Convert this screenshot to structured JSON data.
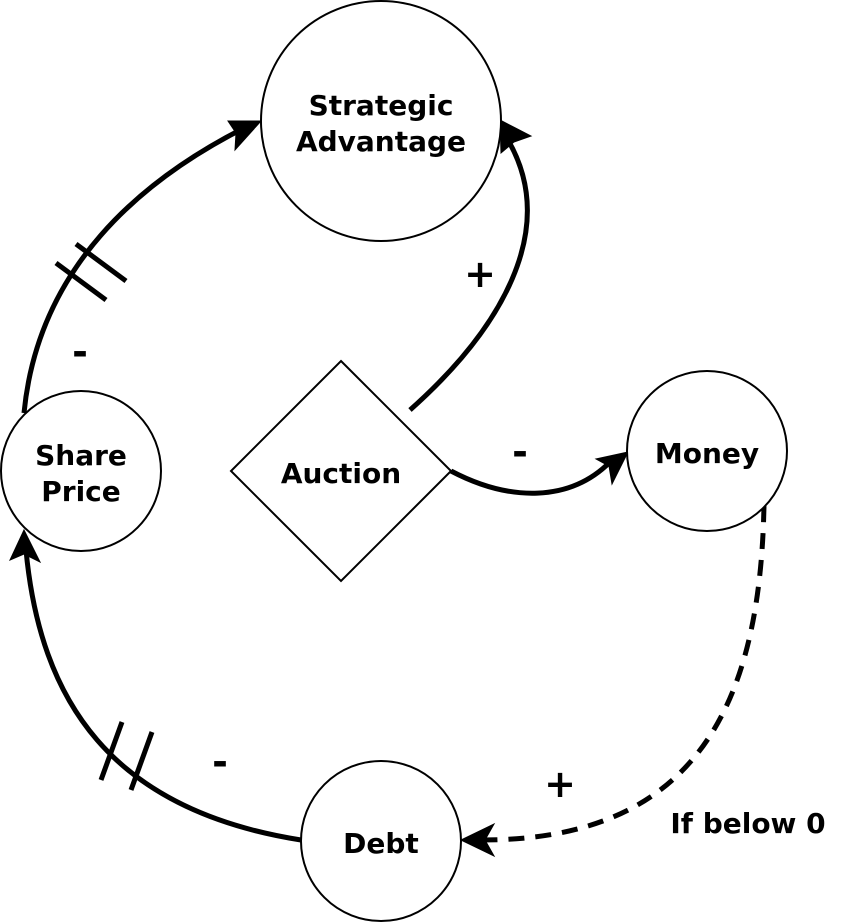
{
  "nodes": {
    "strategic_advantage": {
      "line1": "Strategic",
      "line2": "Advantage",
      "shape": "circle"
    },
    "share_price": {
      "line1": "Share",
      "line2": "Price",
      "shape": "circle"
    },
    "auction": {
      "label": "Auction",
      "shape": "diamond"
    },
    "money": {
      "label": "Money",
      "shape": "circle"
    },
    "debt": {
      "label": "Debt",
      "shape": "circle"
    }
  },
  "edges": {
    "share_price_to_strategic_advantage": {
      "from": "Share Price",
      "to": "Strategic Advantage",
      "polarity": "-",
      "style": "solid",
      "delay": true
    },
    "auction_to_strategic_advantage": {
      "from": "Auction",
      "to": "Strategic Advantage",
      "polarity": "+",
      "style": "solid",
      "delay": false
    },
    "auction_to_money": {
      "from": "Auction",
      "to": "Money",
      "polarity": "-",
      "style": "solid",
      "delay": false
    },
    "money_to_debt": {
      "from": "Money",
      "to": "Debt",
      "polarity": "+",
      "style": "dashed",
      "delay": false,
      "condition": "If below 0"
    },
    "debt_to_share_price": {
      "from": "Debt",
      "to": "Share Price",
      "polarity": "-",
      "style": "solid",
      "delay": true
    }
  },
  "colors": {
    "stroke": "#000000",
    "fill": "#ffffff"
  }
}
